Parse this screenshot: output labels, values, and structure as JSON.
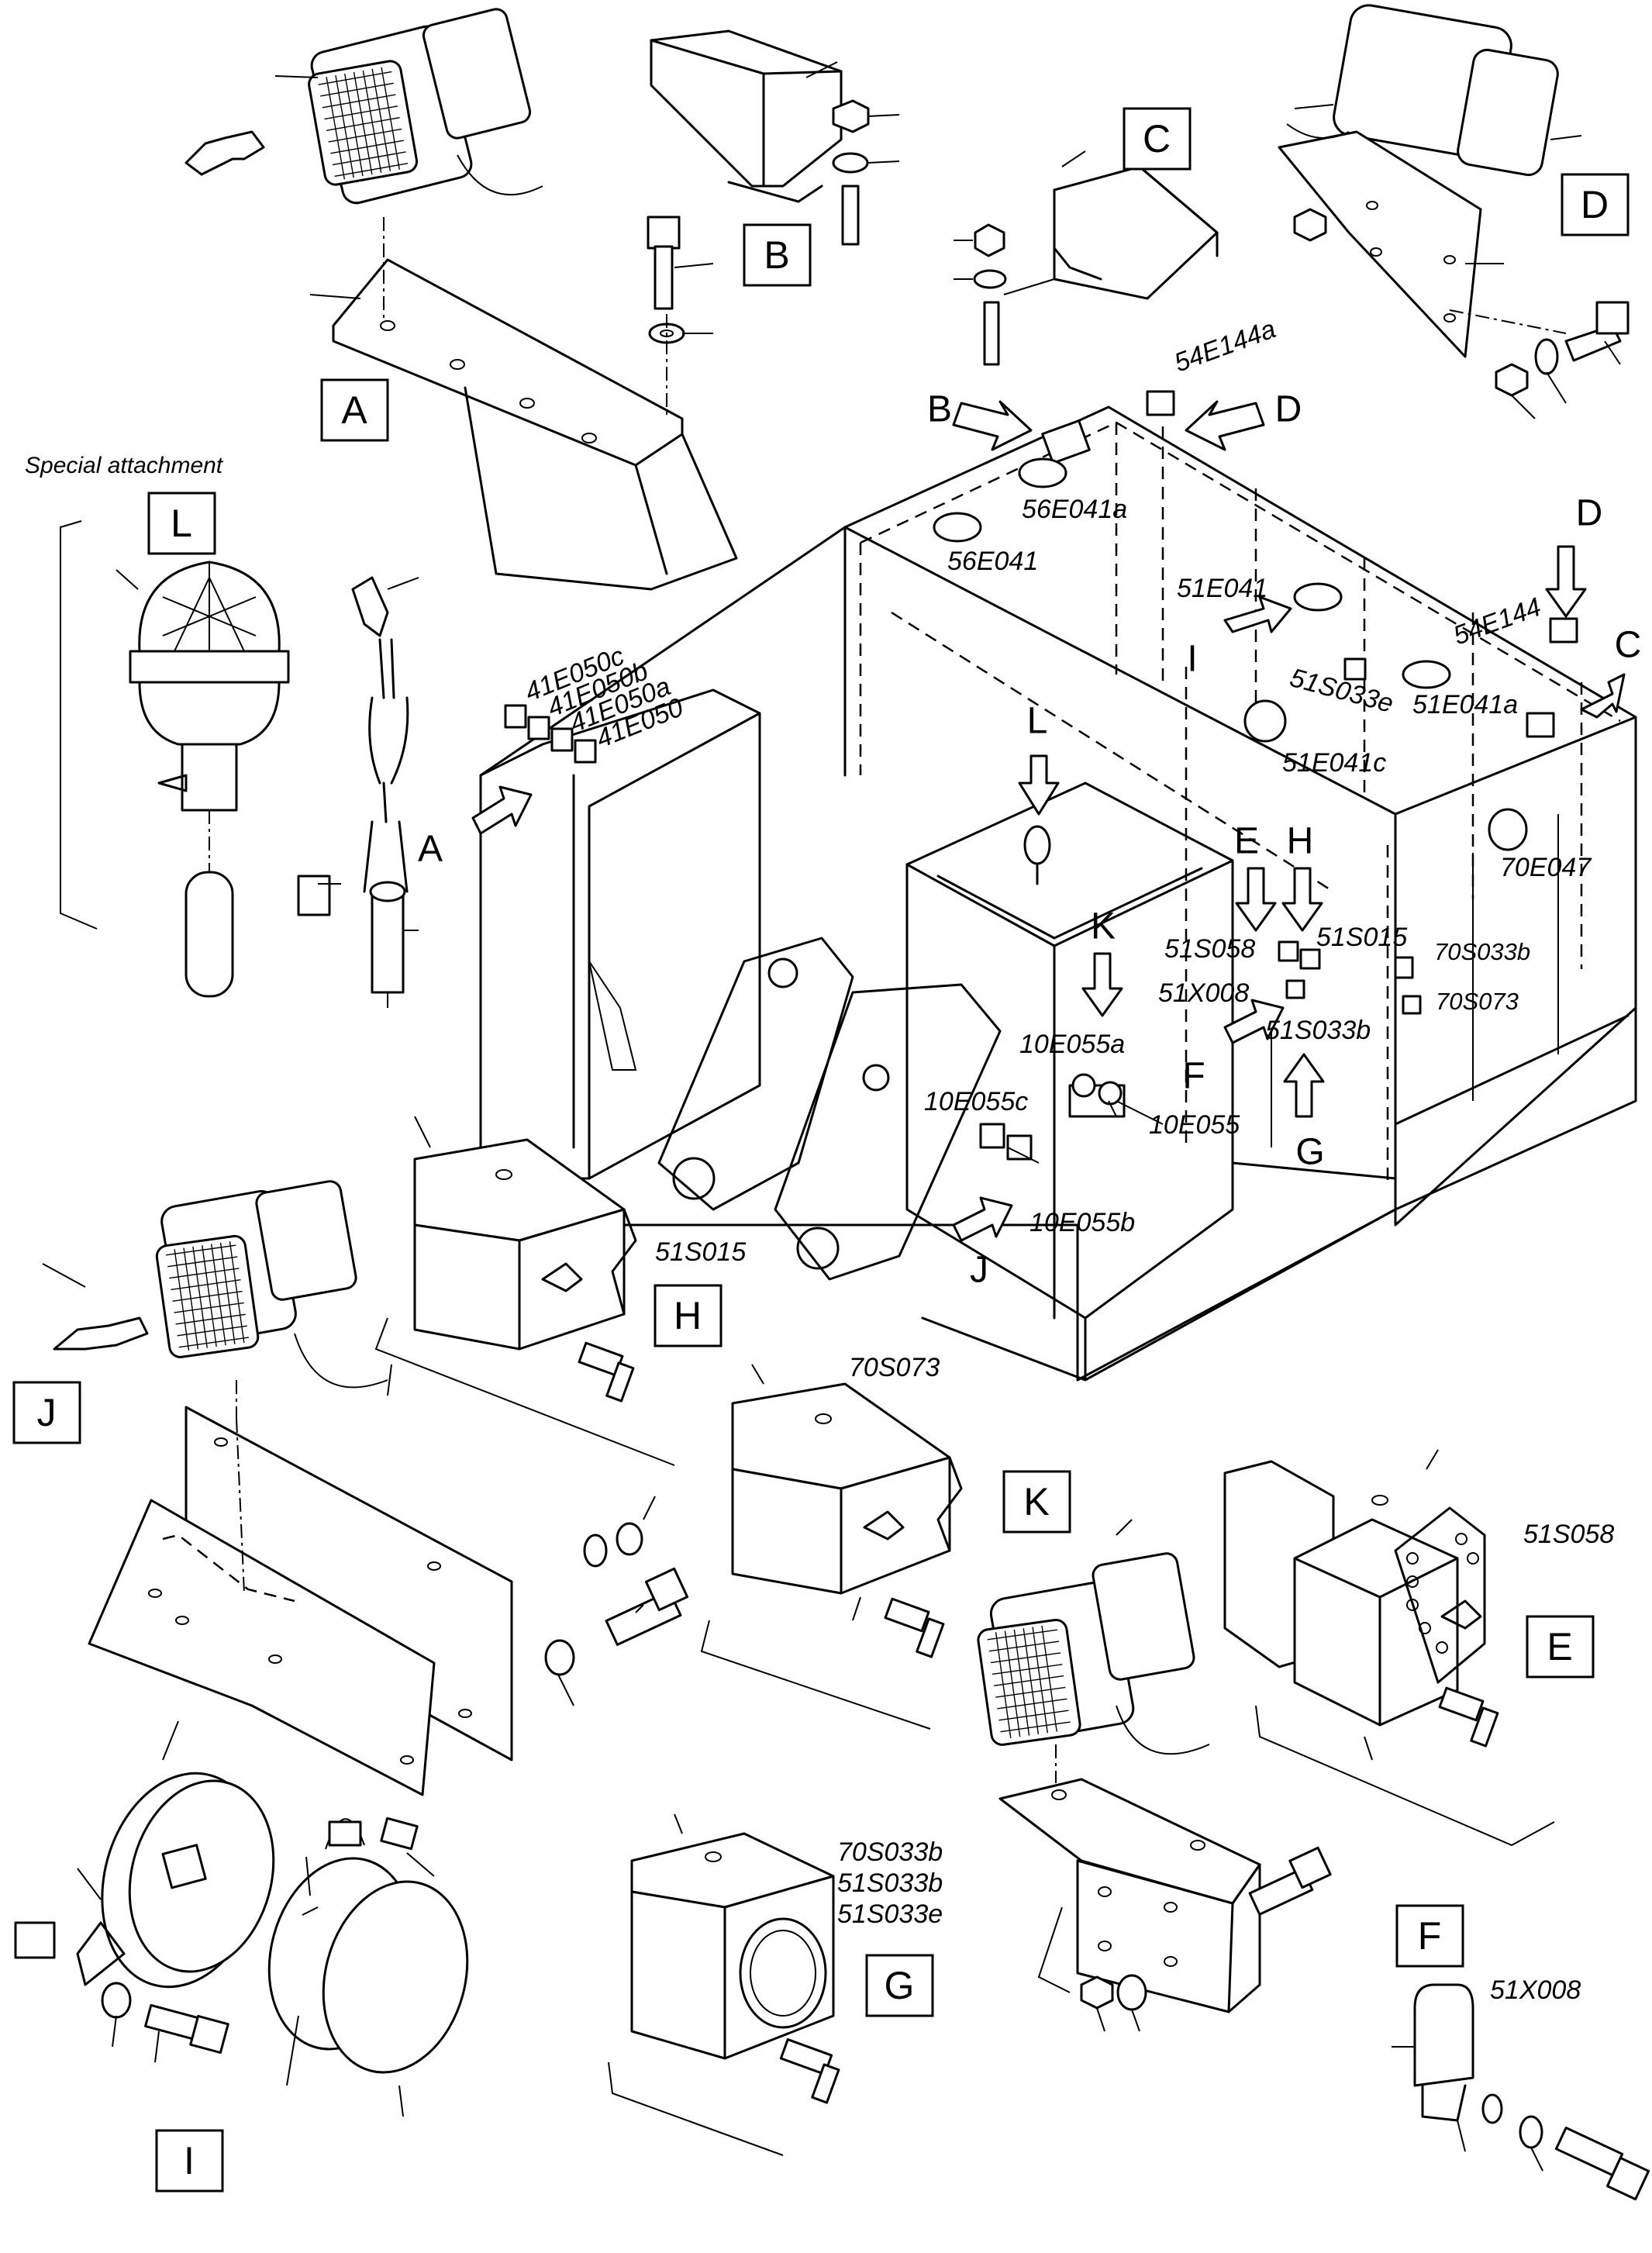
{
  "special_attachment_caption": "Special attachment",
  "view_boxes": {
    "A": "A",
    "B": "B",
    "C": "C",
    "D": "D",
    "E": "E",
    "F": "F",
    "G": "G",
    "H": "H",
    "I": "I",
    "J": "J",
    "K": "K",
    "L": "L"
  },
  "callout_letters": {
    "A": "A",
    "B": "B",
    "D_top": "D",
    "D_right": "D",
    "C": "C",
    "I": "I",
    "L": "L",
    "E": "E",
    "H": "H",
    "K": "K",
    "F": "F",
    "G": "G",
    "J": "J"
  },
  "machine_labels": {
    "p54E144a": "54E144a",
    "p56E041a": "56E041a",
    "p56E041": "56E041",
    "p51E041": "51E041",
    "p54E144": "54E144",
    "p51S033e": "51S033e",
    "p51E041a": "51E041a",
    "p51E041c": "51E041c",
    "p41E050c": "41E050c",
    "p41E050b": "41E050b",
    "p41E050a": "41E050a",
    "p41E050": "41E050",
    "p70E047": "70E047",
    "p51S058": "51S058",
    "p51S015": "51S015",
    "p70S033b": "70S033b",
    "p51X008": "51X008",
    "p70S073": "70S073",
    "p51S033b": "51S033b",
    "p10E055a": "10E055a",
    "p10E055c": "10E055c",
    "p10E055": "10E055",
    "p10E055b": "10E055b"
  },
  "detail_labels": {
    "H_part": "51S015",
    "K_part": "70S073",
    "E_part": "51S058",
    "G_parts": [
      "70S033b",
      "51S033b",
      "51S033e"
    ],
    "F_part": "51X008"
  }
}
